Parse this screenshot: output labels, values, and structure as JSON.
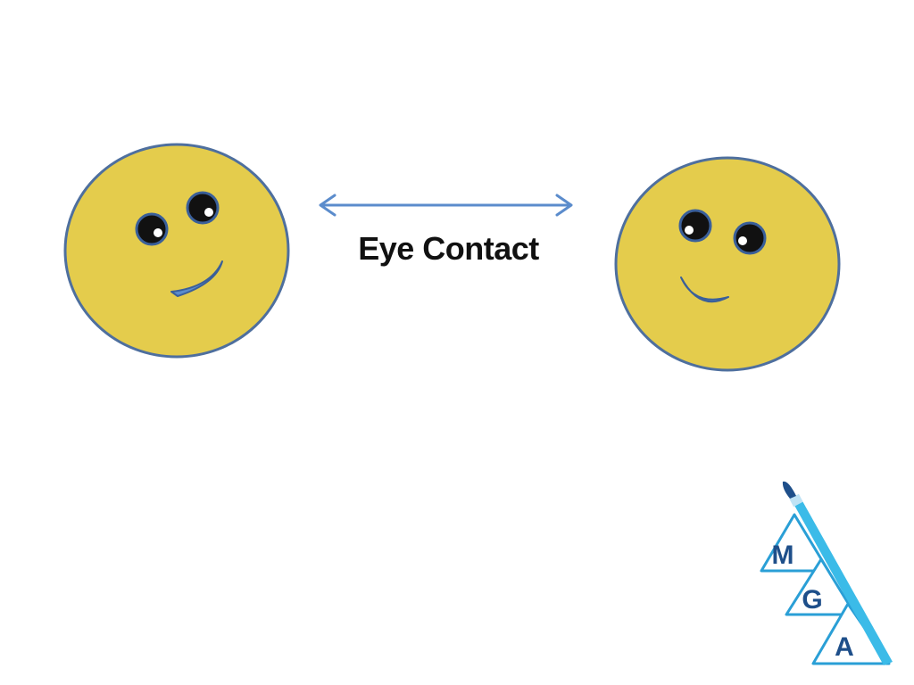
{
  "diagram": {
    "label": "Eye Contact",
    "colors": {
      "face_fill": "#e4cc4c",
      "face_stroke": "#4e6f9e",
      "arrow": "#5b8ccc",
      "eye_pupil": "#111111",
      "eye_ring": "#3a5f99",
      "mouth_fill": "#5b8ccc"
    },
    "nodes": [
      {
        "id": "face-left",
        "kind": "smiley-face"
      },
      {
        "id": "face-right",
        "kind": "smiley-face"
      }
    ],
    "edges": [
      {
        "from": "face-left",
        "to": "face-right",
        "arrow": "double-headed",
        "label": "Eye Contact"
      }
    ]
  },
  "logo": {
    "letters": [
      "M",
      "G",
      "A"
    ],
    "icon": "paintbrush-icon",
    "colors": {
      "triangle_stroke": "#2a9fd6",
      "letter": "#1e4f8a",
      "brush": "#3bbbe8",
      "brush_tip": "#1e4f8a"
    }
  }
}
